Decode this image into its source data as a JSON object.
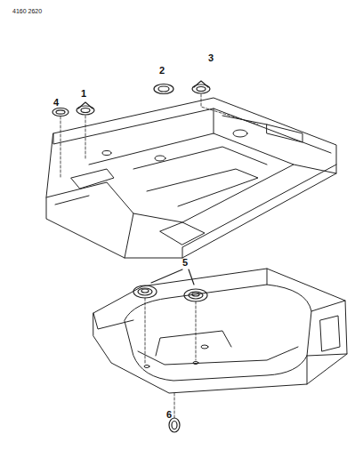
{
  "diagram": {
    "labels": [
      "4160 2620",
      "1",
      "2",
      "3",
      "4",
      "5",
      "6"
    ]
  }
}
